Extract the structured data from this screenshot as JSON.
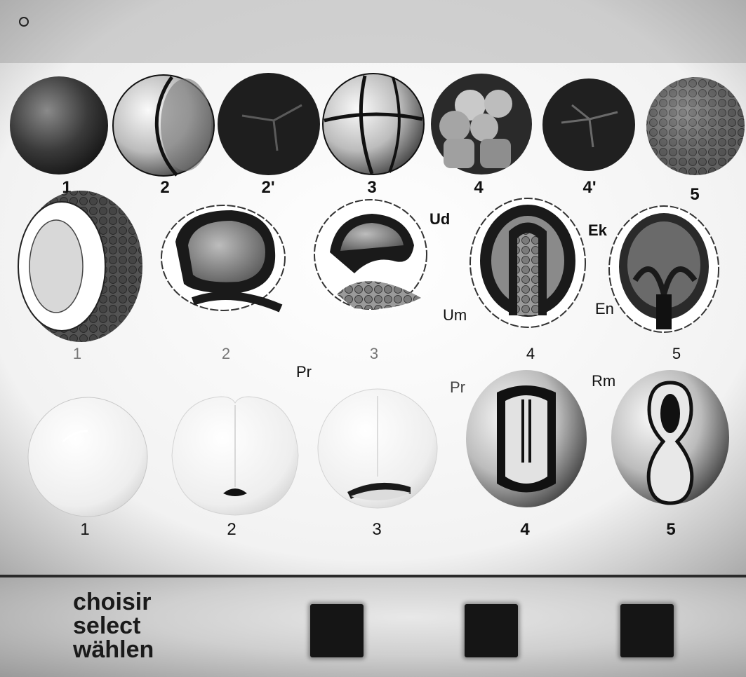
{
  "rows": [
    {
      "labels": [
        "1",
        "2",
        "2'",
        "3",
        "4",
        "4'",
        "5"
      ]
    },
    {
      "labels": [
        "1",
        "2",
        "3",
        "4",
        "5"
      ]
    },
    {
      "labels": [
        "1",
        "2",
        "3",
        "4",
        "5"
      ]
    }
  ],
  "annotations": {
    "ud": "Ud",
    "ek": "Ek",
    "um": "Um",
    "en": "En",
    "pr_top": "Pr",
    "pr_side": "Pr",
    "rm": "Rm"
  },
  "panel": {
    "lines": [
      "choisir",
      "select",
      "wählen"
    ],
    "button_count": 3
  }
}
